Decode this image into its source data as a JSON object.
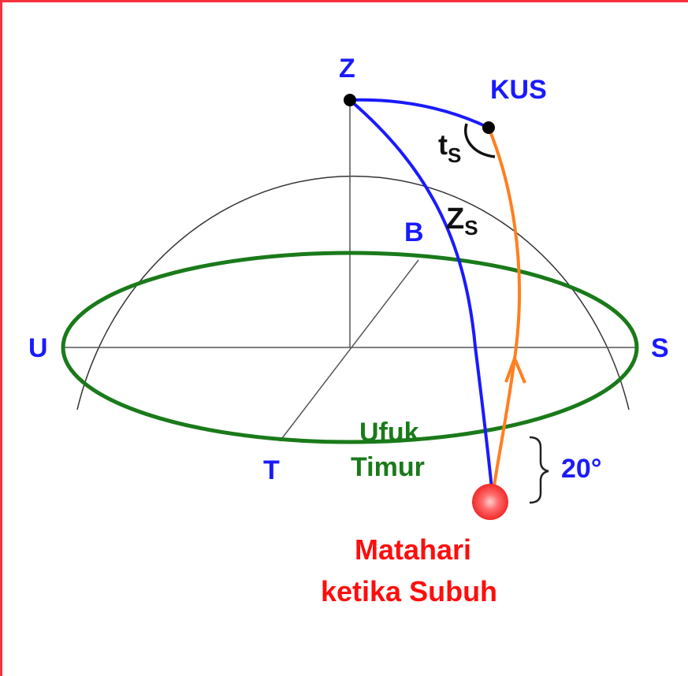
{
  "labels": {
    "zenith": "Z",
    "kus": "KUS",
    "angle_t": "t",
    "angle_t_sub": "S",
    "zenith_dist": "Z",
    "zenith_dist_sub": "S",
    "west": "B",
    "north": "U",
    "south": "S",
    "east": "T",
    "horizon_line1": "Ufuk",
    "horizon_line2": "Timur",
    "depression": "20°",
    "sun_line1": "Matahari",
    "sun_line2": "ketika Subuh"
  },
  "colors": {
    "frame": "#f5333f",
    "blue": "#1a1aff",
    "green": "#1a7a1a",
    "orange": "#ff7f1f",
    "red": "#ff0d0d",
    "sun": "#ff5a5a"
  }
}
